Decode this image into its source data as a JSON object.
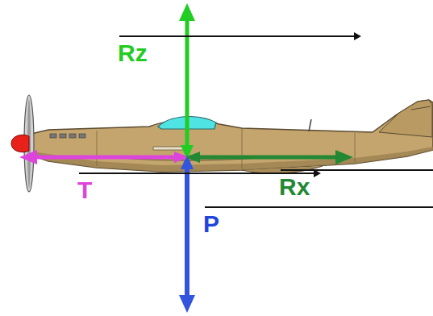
{
  "diagram": {
    "labels": [
      "Rz",
      "T",
      "Rx",
      "P"
    ]
  }
}
